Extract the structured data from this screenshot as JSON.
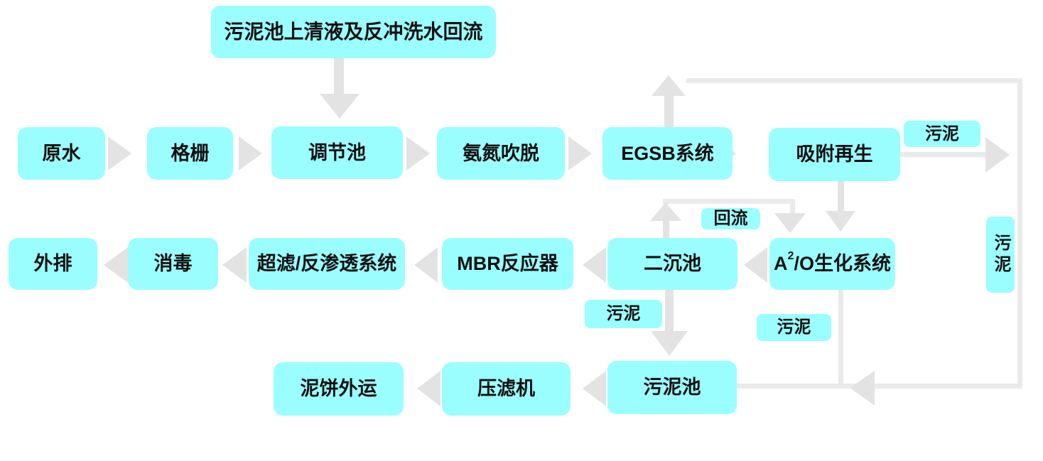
{
  "diagram": {
    "colors": {
      "node_fill": "#9BFEFE",
      "arrow": "#E3E3E3",
      "line": "#EAEAEA",
      "text": "#111111",
      "background": "#FFFFFF"
    },
    "nodes": {
      "top_return": "污泥池上清液及反冲洗水回流",
      "raw_water": "原水",
      "bar_screen": "格栅",
      "regulating_tank": "调节池",
      "ammonia_stripping": "氨氮吹脱",
      "egsb_system": "EGSB系统",
      "adsorption_regen": "吸附再生",
      "discharge": "外排",
      "disinfection": "消毒",
      "uf_ro_system": "超滤/反渗透系统",
      "mbr_reactor": "MBR反应器",
      "secondary_clarifier": "二沉池",
      "a2o_system": {
        "prefix": "A",
        "superscript": "2",
        "suffix": "/O生化系统"
      },
      "mud_cake_out": "泥饼外运",
      "filter_press": "压滤机",
      "sludge_tank": "污泥池"
    },
    "flow_labels": {
      "sludge_adsorption_out": "污泥",
      "reflux": "回流",
      "sludge_below_clarifier": "污泥",
      "sludge_below_a2o": "污泥",
      "sludge_right_line": "污泥"
    },
    "edges": [
      {
        "from": "raw_water",
        "to": "bar_screen"
      },
      {
        "from": "bar_screen",
        "to": "regulating_tank"
      },
      {
        "from": "top_return",
        "to": "regulating_tank"
      },
      {
        "from": "regulating_tank",
        "to": "ammonia_stripping"
      },
      {
        "from": "ammonia_stripping",
        "to": "egsb_system"
      },
      {
        "from": "egsb_system",
        "to": "adsorption_regen"
      },
      {
        "from": "egsb_system",
        "to": "right_sludge_line"
      },
      {
        "from": "adsorption_regen",
        "to": "right_sludge_line",
        "label": "污泥"
      },
      {
        "from": "right_sludge_line",
        "to": "sludge_tank",
        "label": "污泥"
      },
      {
        "from": "adsorption_regen",
        "to": "a2o_system"
      },
      {
        "from": "a2o_system",
        "to": "secondary_clarifier"
      },
      {
        "from": "secondary_clarifier",
        "to": "a2o_system",
        "label": "回流"
      },
      {
        "from": "secondary_clarifier",
        "to": "sludge_tank",
        "label": "污泥"
      },
      {
        "from": "a2o_system",
        "to": "sludge_tank",
        "label": "污泥"
      },
      {
        "from": "secondary_clarifier",
        "to": "mbr_reactor"
      },
      {
        "from": "mbr_reactor",
        "to": "uf_ro_system"
      },
      {
        "from": "uf_ro_system",
        "to": "disinfection"
      },
      {
        "from": "disinfection",
        "to": "discharge"
      },
      {
        "from": "sludge_tank",
        "to": "filter_press"
      },
      {
        "from": "filter_press",
        "to": "mud_cake_out"
      }
    ]
  }
}
